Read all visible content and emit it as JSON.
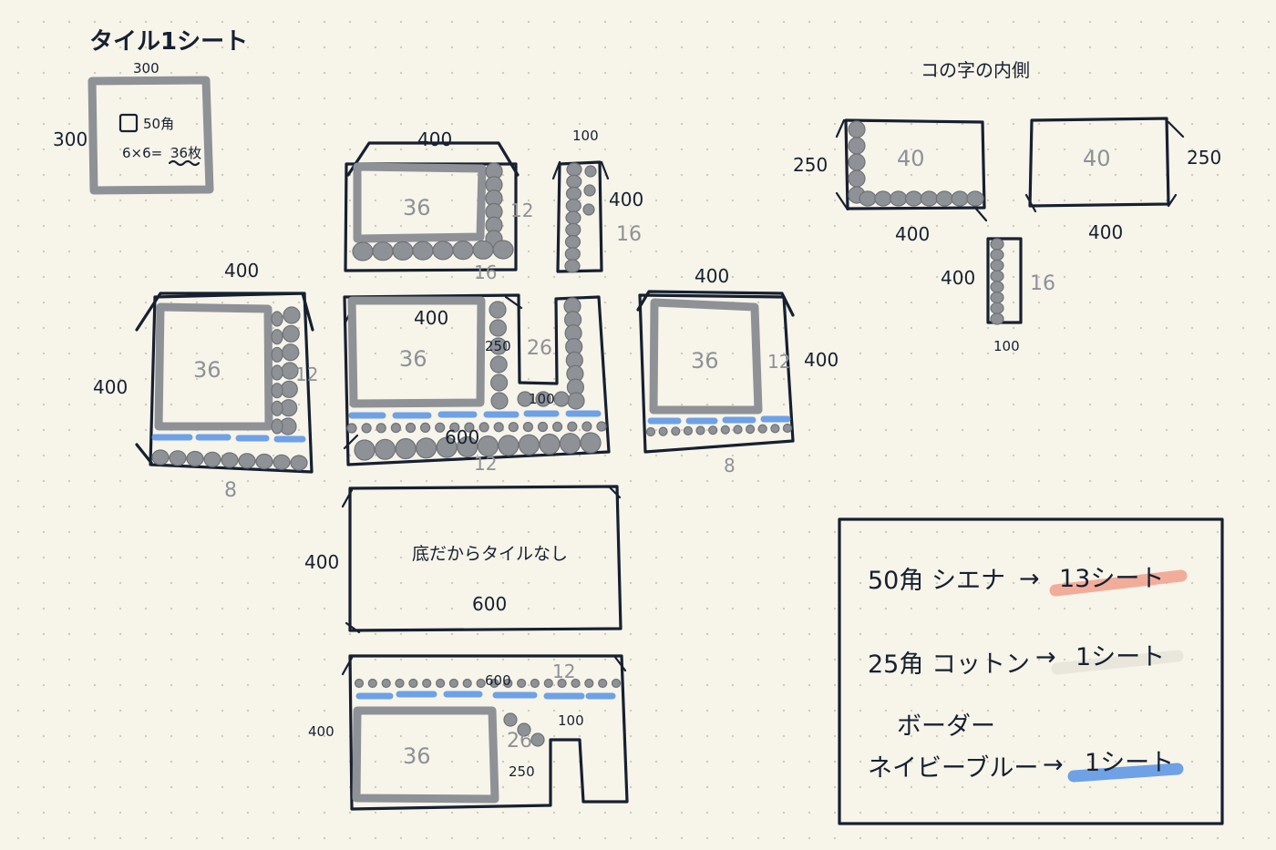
{
  "tile_sheet": {
    "title": "タイル1シート",
    "width": "300",
    "height": "300",
    "tile_size": "50角",
    "formula_a": "6×6=",
    "formula_b": "36枚"
  },
  "panel_a": {
    "top": "400",
    "left": "400",
    "center": "36",
    "right": "12",
    "bottom": "8"
  },
  "panel_b": {
    "top": "400",
    "center": "36",
    "right": "12",
    "bottom": "16"
  },
  "panel_c": {
    "top": "100",
    "right": "400",
    "side": "16"
  },
  "panel_d": {
    "inner_top": "400",
    "center": "36",
    "inner_side": "250",
    "notch_count": "26",
    "notch_width": "100",
    "width": "600",
    "bottom": "12"
  },
  "panel_e": {
    "top": "400",
    "center": "36",
    "side_count": "12",
    "right": "400",
    "bottom": "8"
  },
  "panel_f": {
    "left": "400",
    "note": "底だからタイルなし",
    "width": "600"
  },
  "panel_g": {
    "left": "400",
    "top_width": "600",
    "top_count": "12",
    "center": "36",
    "notch_count": "26",
    "notch_width": "100",
    "inner_side": "250"
  },
  "inner": {
    "title": "コの字の内側",
    "box1": {
      "left": "250",
      "center": "40",
      "bottom": "400"
    },
    "box2": {
      "right": "250",
      "center": "40",
      "bottom": "400"
    },
    "box3": {
      "left": "400",
      "side": "16",
      "bottom": "100"
    }
  },
  "summary": {
    "row1": {
      "label": "50角 シエナ",
      "arrow": "→",
      "value": "13シート"
    },
    "row2": {
      "label": "25角 コットン",
      "arrow": "→",
      "value": "1シート"
    },
    "row3": {
      "label_1": "ボーダー",
      "label_2": "ネイビーブルー",
      "arrow": "→",
      "value": "1シート"
    }
  },
  "colors": {
    "ink": "#162030",
    "tile_gray": "#8e9196",
    "border_blue": "#6ea1e6",
    "highlight_salmon": "#f1a08c",
    "highlight_beige": "#e9e6dc",
    "paper": "#f7f4ea"
  }
}
